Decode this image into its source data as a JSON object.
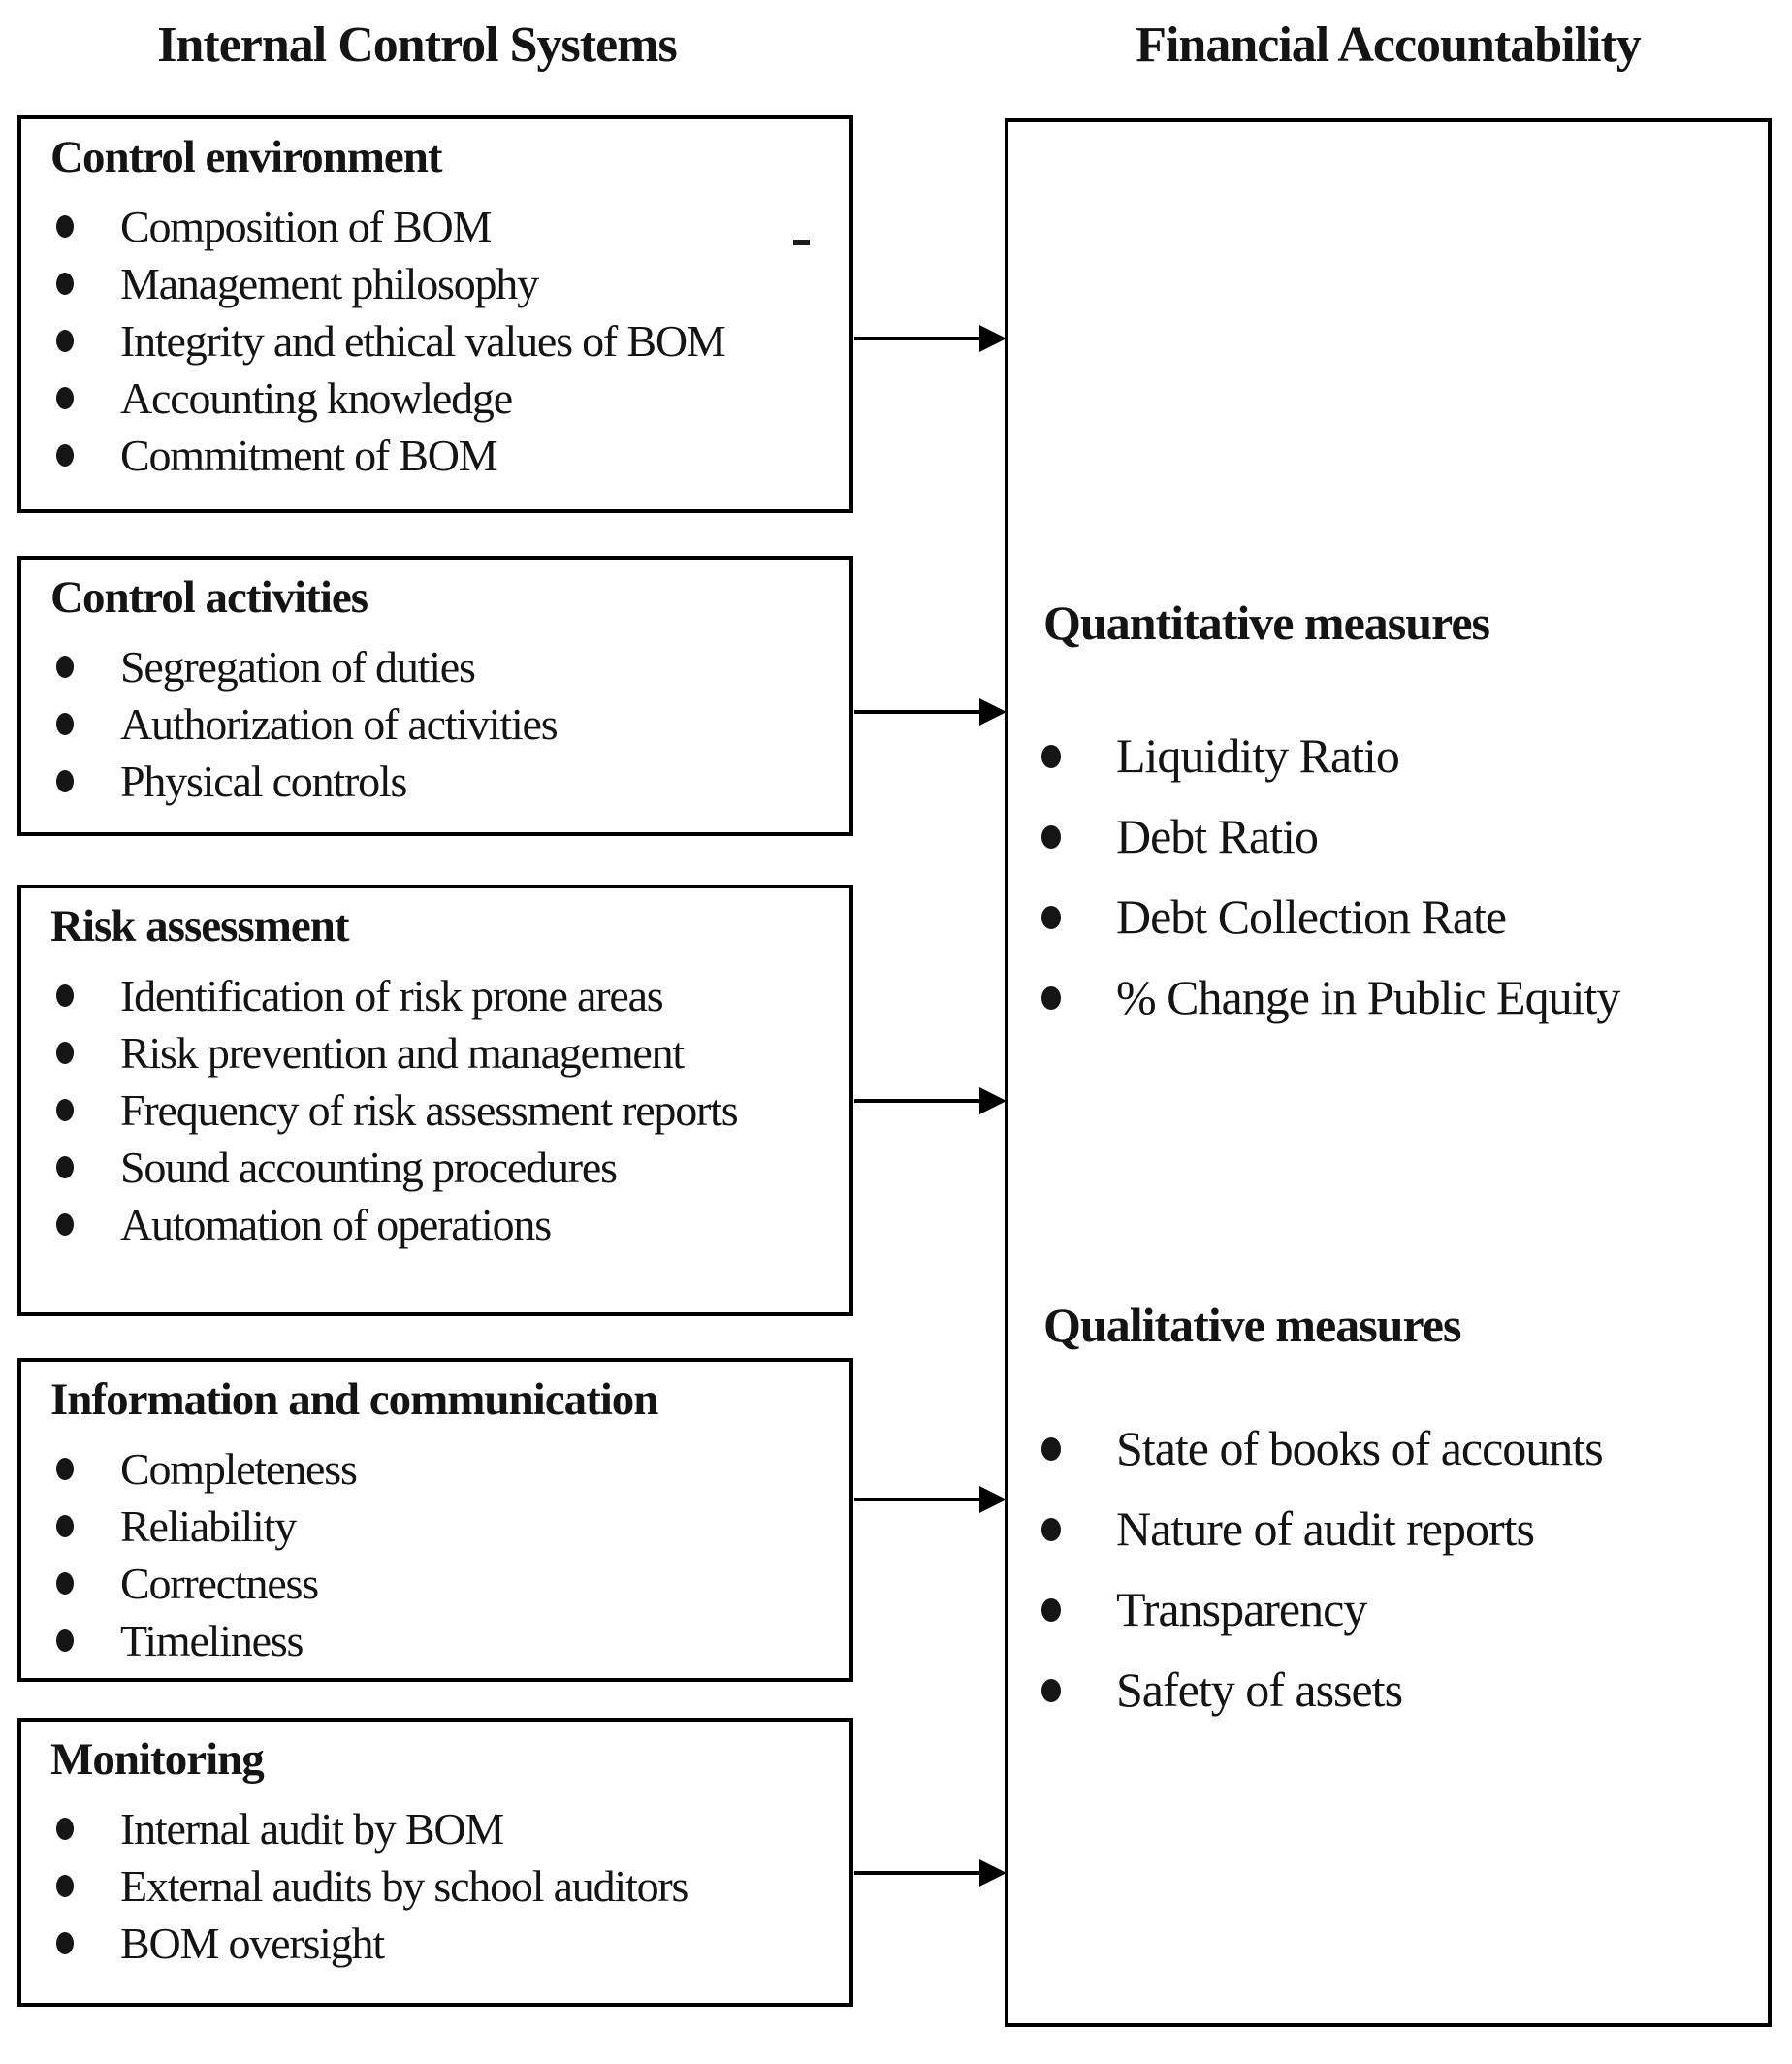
{
  "headers": {
    "left": "Internal Control Systems",
    "right": "Financial Accountability"
  },
  "left_boxes": [
    {
      "title": "Control environment",
      "items": [
        "Composition of BOM",
        "Management philosophy",
        "Integrity and ethical values of BOM",
        "Accounting knowledge",
        "Commitment of BOM"
      ]
    },
    {
      "title": "Control activities",
      "items": [
        "Segregation of duties",
        "Authorization of activities",
        "Physical controls"
      ]
    },
    {
      "title": "Risk assessment",
      "items": [
        "Identification of risk prone areas",
        "Risk prevention and management",
        "Frequency of risk assessment reports",
        "Sound accounting procedures",
        "Automation of operations"
      ]
    },
    {
      "title": "Information and communication",
      "items": [
        "Completeness",
        "Reliability",
        "Correctness",
        "Timeliness"
      ]
    },
    {
      "title": "Monitoring",
      "items": [
        "Internal audit by BOM",
        "External audits by school auditors",
        "BOM oversight"
      ]
    }
  ],
  "right_box": {
    "sections": [
      {
        "title": "Quantitative measures",
        "items": [
          "Liquidity Ratio",
          "Debt Ratio",
          "Debt Collection Rate",
          "% Change in Public Equity"
        ]
      },
      {
        "title": "Qualitative measures",
        "items": [
          "State of books of accounts",
          "Nature of audit reports",
          "Transparency",
          "Safety of assets"
        ]
      }
    ]
  },
  "artifacts": {
    "stray_mark": "-"
  },
  "colors": {
    "ink": "#141414",
    "border": "#000000",
    "background": "#ffffff"
  }
}
